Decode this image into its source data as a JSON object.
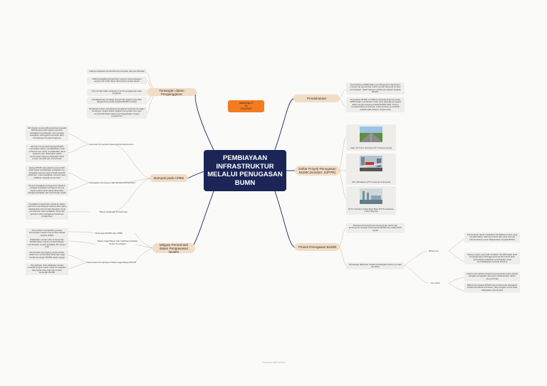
{
  "center": {
    "title": "PEMBIAYAAN INFRASTRUKTUR MELALUI PENUGASAN BUMN"
  },
  "author": {
    "name": "Adinda Ayu S",
    "id": "01",
    "date": "21/11/2020"
  },
  "topics": {
    "tantangan": "Tantangan dalam Penganggaran",
    "dampak": "Dampak pada APBN",
    "mitigasi": "Mitigasi Pemerintah dalam Pengawasan BUMN",
    "pendahuluan": "Pendahuluan",
    "daftar": "Daftar Proyek Penugasan BUMN (Sumber: DJPPR)",
    "proses": "Proses Penugasan BUMN"
  },
  "tantangan_notes": [
    "Adanya kapasitas Pemerintah kemampuan atas pembiayaan",
    "Akibat kewajiban/penjaminan masa di mana sebagian penjaminan tidak dapat dikeluarkan secara akurat",
    "Pemerintah tidak melakukan kontrol pengeluaran tidak anggaran",
    "Ketidakpastian terhadap proyek hak negara yang akan dibayar Pemerintah kepada BUMN tersebut",
    "Tantangan hukum terhadap kemungkinan berikutan kerugian keuangan negara akibat nagihari penyertaan dan aset pemerintah dalam kasus penanggulangan negara penjaminan"
  ],
  "dampak_labels": {
    "jaminan": "Jaminan Pemerintah dan Credit Enhancement",
    "kewajiban": "Kewajiban Kontinjensi dari Jaminan Pemerintah",
    "biaya": "Biaya Cadangan Penjaminan"
  },
  "dampak_notes": [
    "Pemberian kemkontribusi jaminan kepada BUMN akan lebih dapat membuat kewajiban pembiayaan, dan menjadi kewajiban sehingga Pemerintah lebih Pembiayaan Produk Pinjaman",
    "Jaminan Pemerintah kepada BUMN merupakan dalam mendapatkan credit enhancement untuk mendapatkan dana pinjaman dan diharapkan dapat menurunkan biaya pembiayaan untuk proyek tersebut dan Pemerintah",
    "Setiap BUMN yang dijamin pemerintah tidak dapat menjalankan kewajibannya, kewajiban jaminan akan beralih kepada pihak lain, maka kewajiban tersebut akan dialihkan kepada pemerintah",
    "Bentuk kewajiban kontinjensi ini disebut sebagai kewajiban kontinjensi karena dapat terjadi bukan dapat diperlukan sebagai kewajiban jika keuntungan terjadi",
    "Kewajiban penjaminan masuk ke dalam instrumen pembayaran karena dana yang dialokasikan Pemerintah ditujukan untuk pembayaran atas kewajiban utang dan jaminan bukan sebagai konsekuensi penjaminan"
  ],
  "mitigasi_labels": {
    "dukungan": "Dukungan BUMN dan APBN",
    "risiko": "Risiko Gagal Bayar dan Implikasi terhadap Sektor Keuangan",
    "tata": "Tata Kelola Pemantauan Risiko Gagal Bayar BUMN"
  },
  "mitigasi_notes": [
    "Pemerintah memberikan jaminan Pemerintah maupun Penyertaan Modal Negara (PMN)",
    "Melakukan monitor atas kemampuan BUMN dalam mamun perkembangan pembiayaan melalui kebijakan BI maupun OJK",
    "Pemerintah memegang prinsip kehati-hatian dan memberikan dukungan agar kondisi keuangan BUMN dapat terjaga",
    "Pengelolaan risiko dilakukan secara berkala dengan rujuan untuk memastikan tata kelola yang baik dan kondisi keuangan BUMN"
  ],
  "pendahuluan_notes": [
    "Keterbatasan APBN dalam pembangunan infrastruktur mendorong pemerintah untuk mencari alternatif sumber pembiayaan. Salah satunya melalui penugasan kepada BUMN.",
    "Penugasan BUMN ini tidak berdampak langsung pada APBN tetapi memberikan risiko yang ditanggung negara dalam jangka panjang apabila BUMN tidak mampu menyelesaikan proyeknya, maka jaminan pemerintah apabila tidak dibayar dengan baik"
  ],
  "daftar_items": [
    "Jalan Tol Trans Sumatera (PT Hutama Karya)",
    "LRT Jabodebek (PT Kereta Api Indonesia)",
    "PLTU berbahan bakar Batu Bara (PT Perusahaan Listrik Negara)"
  ],
  "proses_notes": {
    "p1": "Bersarat dari kinerja dan kemampuan teknis dan kemampuan dengan Kementerian BUMN dan stakeholder terkait",
    "p2": "Penetapan dilakukan melalui pembiayaan bottom-up atau top-down"
  },
  "proses_labels": {
    "bottom": "Bottom-up",
    "top": "Top-down"
  },
  "bottom_notes": [
    "Kementerian teknis melakukan identifikasi proyek yang memiliki dalam dokumen teknis dari yang memuat kriteria-kriteria untuk dilaksanakan kepada BUMN",
    "Setiap proyek yang telah terdaftar memiliki kajian awal penanggungan sehingga kementerian teknis akan menentukan kelayakan pembiayaan untuk menindaklanjuti rencana tersebut"
  ],
  "top_notes": [
    "Arahan perusahaan langsung kementerian teknis terkait sebagai penugasan yang perlu dilaksanakan dalam yang prioritas",
    "Bahwa Penugasan BUMN yang berdampak ditetapkan melalui Keputusan Presiden, yang tinggi/a proyek tidak dilanjutkan secara jelas"
  ],
  "footer": "Powered with Xmind",
  "colors": {
    "center": "#1b2556",
    "topic": "#f1ddc6",
    "author": "#f47b20",
    "line": "#1b2556"
  }
}
